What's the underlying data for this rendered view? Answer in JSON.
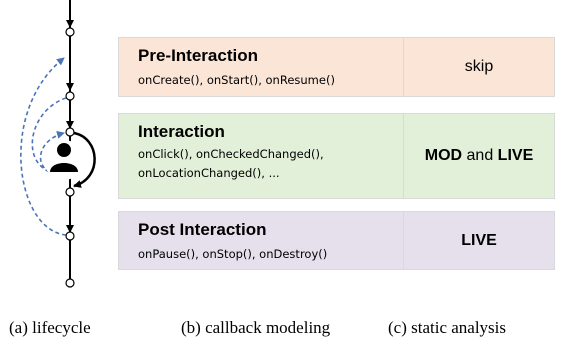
{
  "rows": [
    {
      "name": "Pre-Interaction",
      "calls": "onCreate(), onStart(), onResume()",
      "analysis": "skip"
    },
    {
      "name": "Interaction",
      "calls": "onClick(), onCheckedChanged(),\nonLocationChanged(), ...",
      "analysis_bold1": "MOD",
      "analysis_plain": " and ",
      "analysis_bold2": "LIVE"
    },
    {
      "name": "Post Interaction",
      "calls": "onPause(), onStop(), onDestroy()",
      "analysis": "LIVE"
    }
  ],
  "captions": [
    "(a) lifecycle",
    "(b) callback modeling",
    "(c) static analysis"
  ],
  "colors": {
    "pre": "#fbe5d6",
    "interaction": "#e2f0d9",
    "post": "#e5e0ec",
    "dashed_arrow": "#4a74b9"
  },
  "icons": [
    "user-icon"
  ]
}
